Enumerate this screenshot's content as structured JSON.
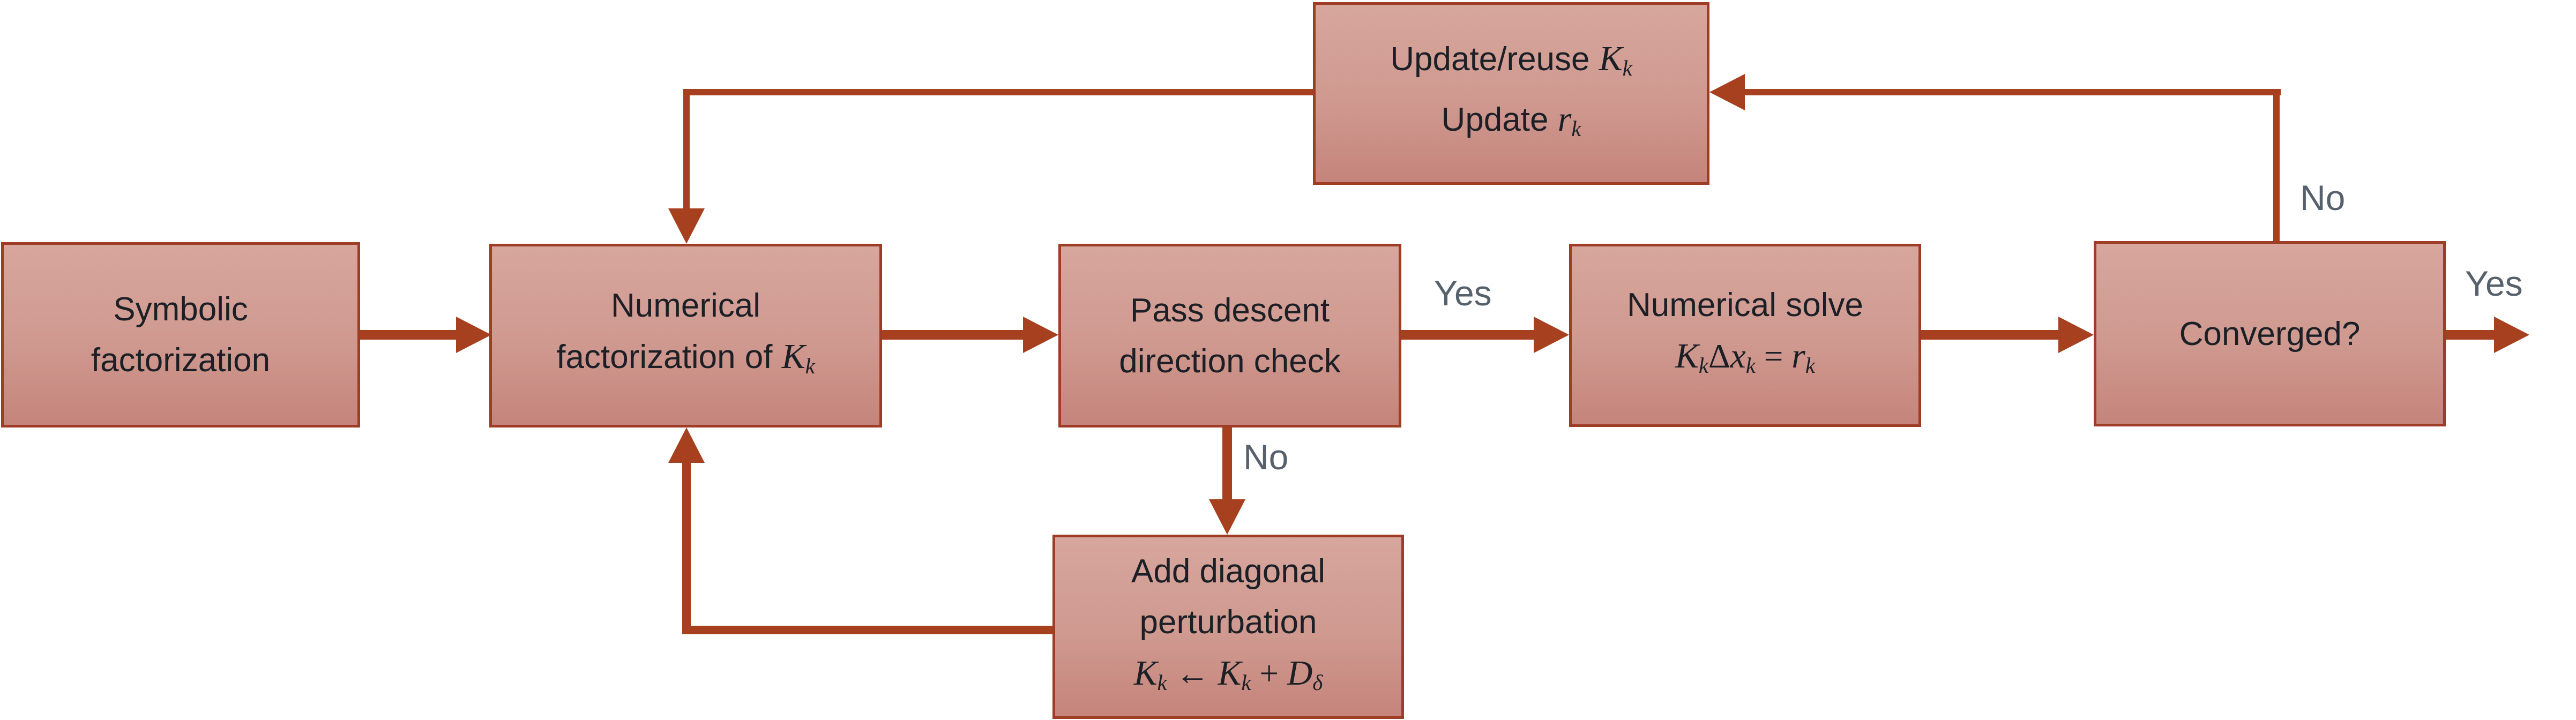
{
  "diagram": {
    "type": "flowchart",
    "colors": {
      "node_fill_top": "#d7a69d",
      "node_fill_bottom": "#c5847b",
      "node_border": "#9f3c25",
      "arrow": "#a7401f",
      "edge_label_text": "#57616c",
      "node_text": "#1c2026",
      "background": "#ffffff"
    },
    "nodes": {
      "symbolic_factorization": {
        "line1": "Symbolic",
        "line2": "factorization"
      },
      "numerical_factorization": {
        "line1": "Numerical",
        "line2_text": "factorization of ",
        "line2_var": "K",
        "line2_sub": "k"
      },
      "descent_check": {
        "line1": "Pass descent",
        "line2": "direction check"
      },
      "numerical_solve": {
        "line1": "Numerical solve",
        "eq": {
          "var1": "K",
          "sub1": "k",
          "delta": "Δ",
          "var2": "x",
          "sub2": "k",
          "rel": " = ",
          "var3": "r",
          "sub3": "k"
        }
      },
      "converged": {
        "line1": "Converged?"
      },
      "update_reuse": {
        "line1_text": "Update/reuse ",
        "line1_var": "K",
        "line1_sub": "k",
        "line2_text": "Update ",
        "line2_var": "r",
        "line2_sub": "k"
      },
      "diagonal_perturbation": {
        "line1": "Add diagonal",
        "line2": "perturbation",
        "eq": {
          "var1": "K",
          "sub1": "k",
          "assign": " ← ",
          "var2": "K",
          "sub2": "k",
          "plus": " + ",
          "var3": "D",
          "sub3": "δ"
        }
      }
    },
    "edge_labels": {
      "descent_yes": "Yes",
      "descent_no": "No",
      "converged_yes": "Yes",
      "converged_no": "No"
    }
  }
}
